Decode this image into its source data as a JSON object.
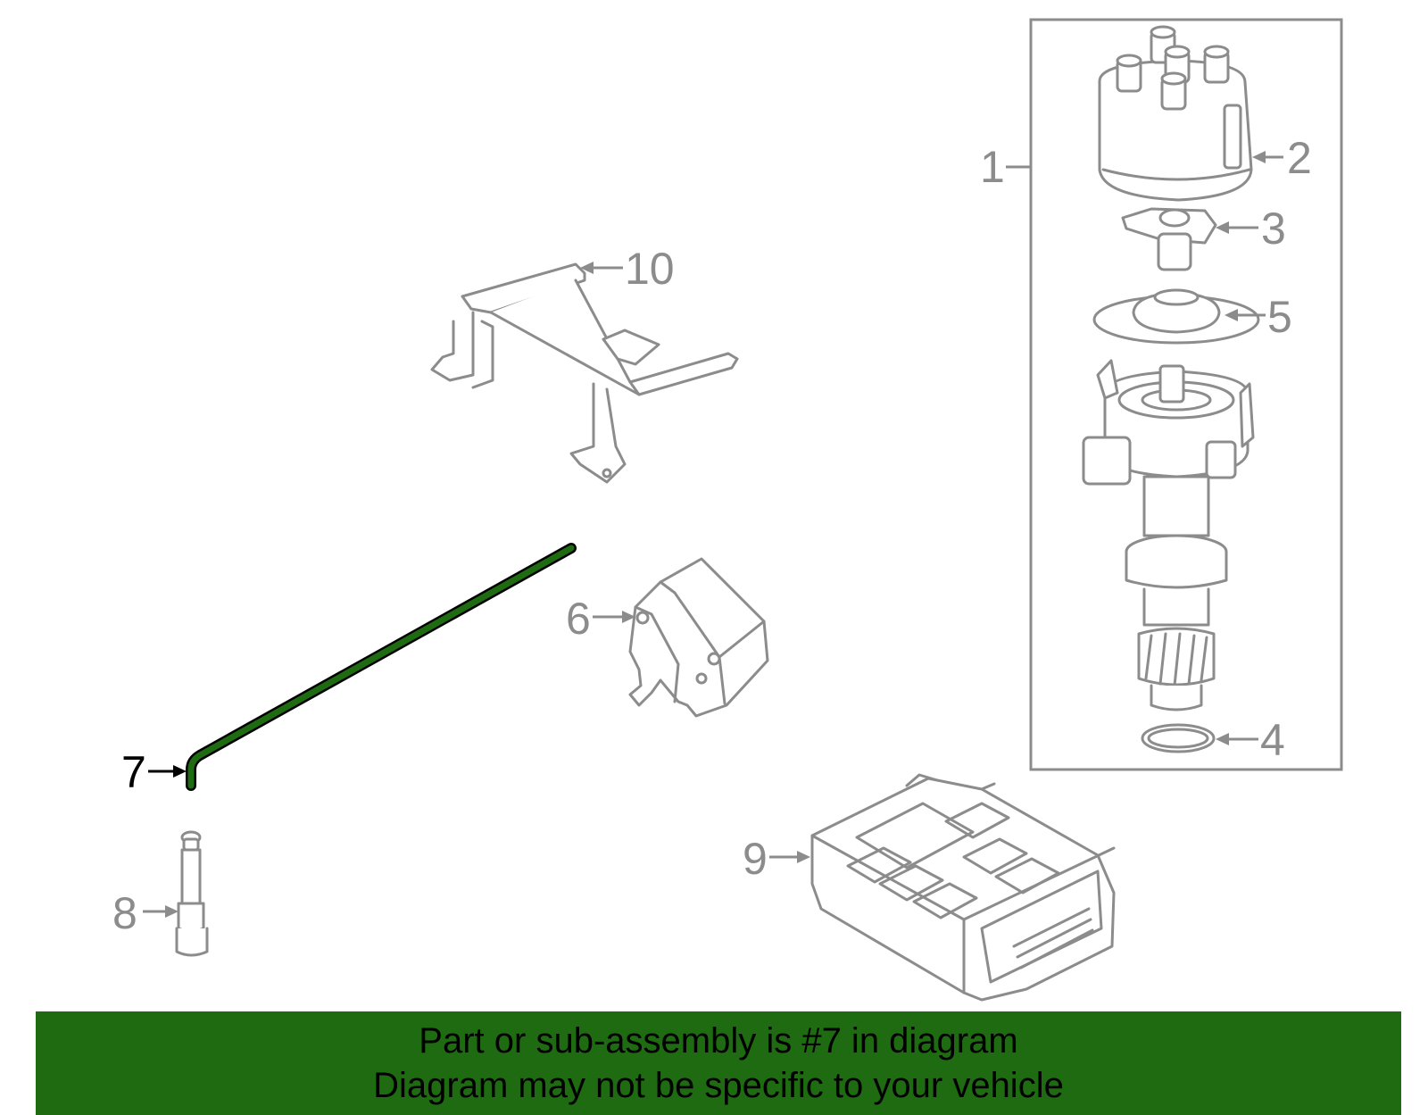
{
  "colors": {
    "highlight_part": "#1e6b12",
    "outline": "#8c8c8c",
    "banner_bg": "#1e6b12",
    "banner_text": "#000000",
    "highlight_label": "#000000"
  },
  "callouts": {
    "c1": "1",
    "c2": "2",
    "c3": "3",
    "c4": "4",
    "c5": "5",
    "c6": "6",
    "c7": "7",
    "c8": "8",
    "c9": "9",
    "c10": "10"
  },
  "highlighted_callout": "7",
  "banner": {
    "line1": "Part or sub-assembly is #7 in diagram",
    "line2": "Diagram may not be specific to your vehicle"
  }
}
